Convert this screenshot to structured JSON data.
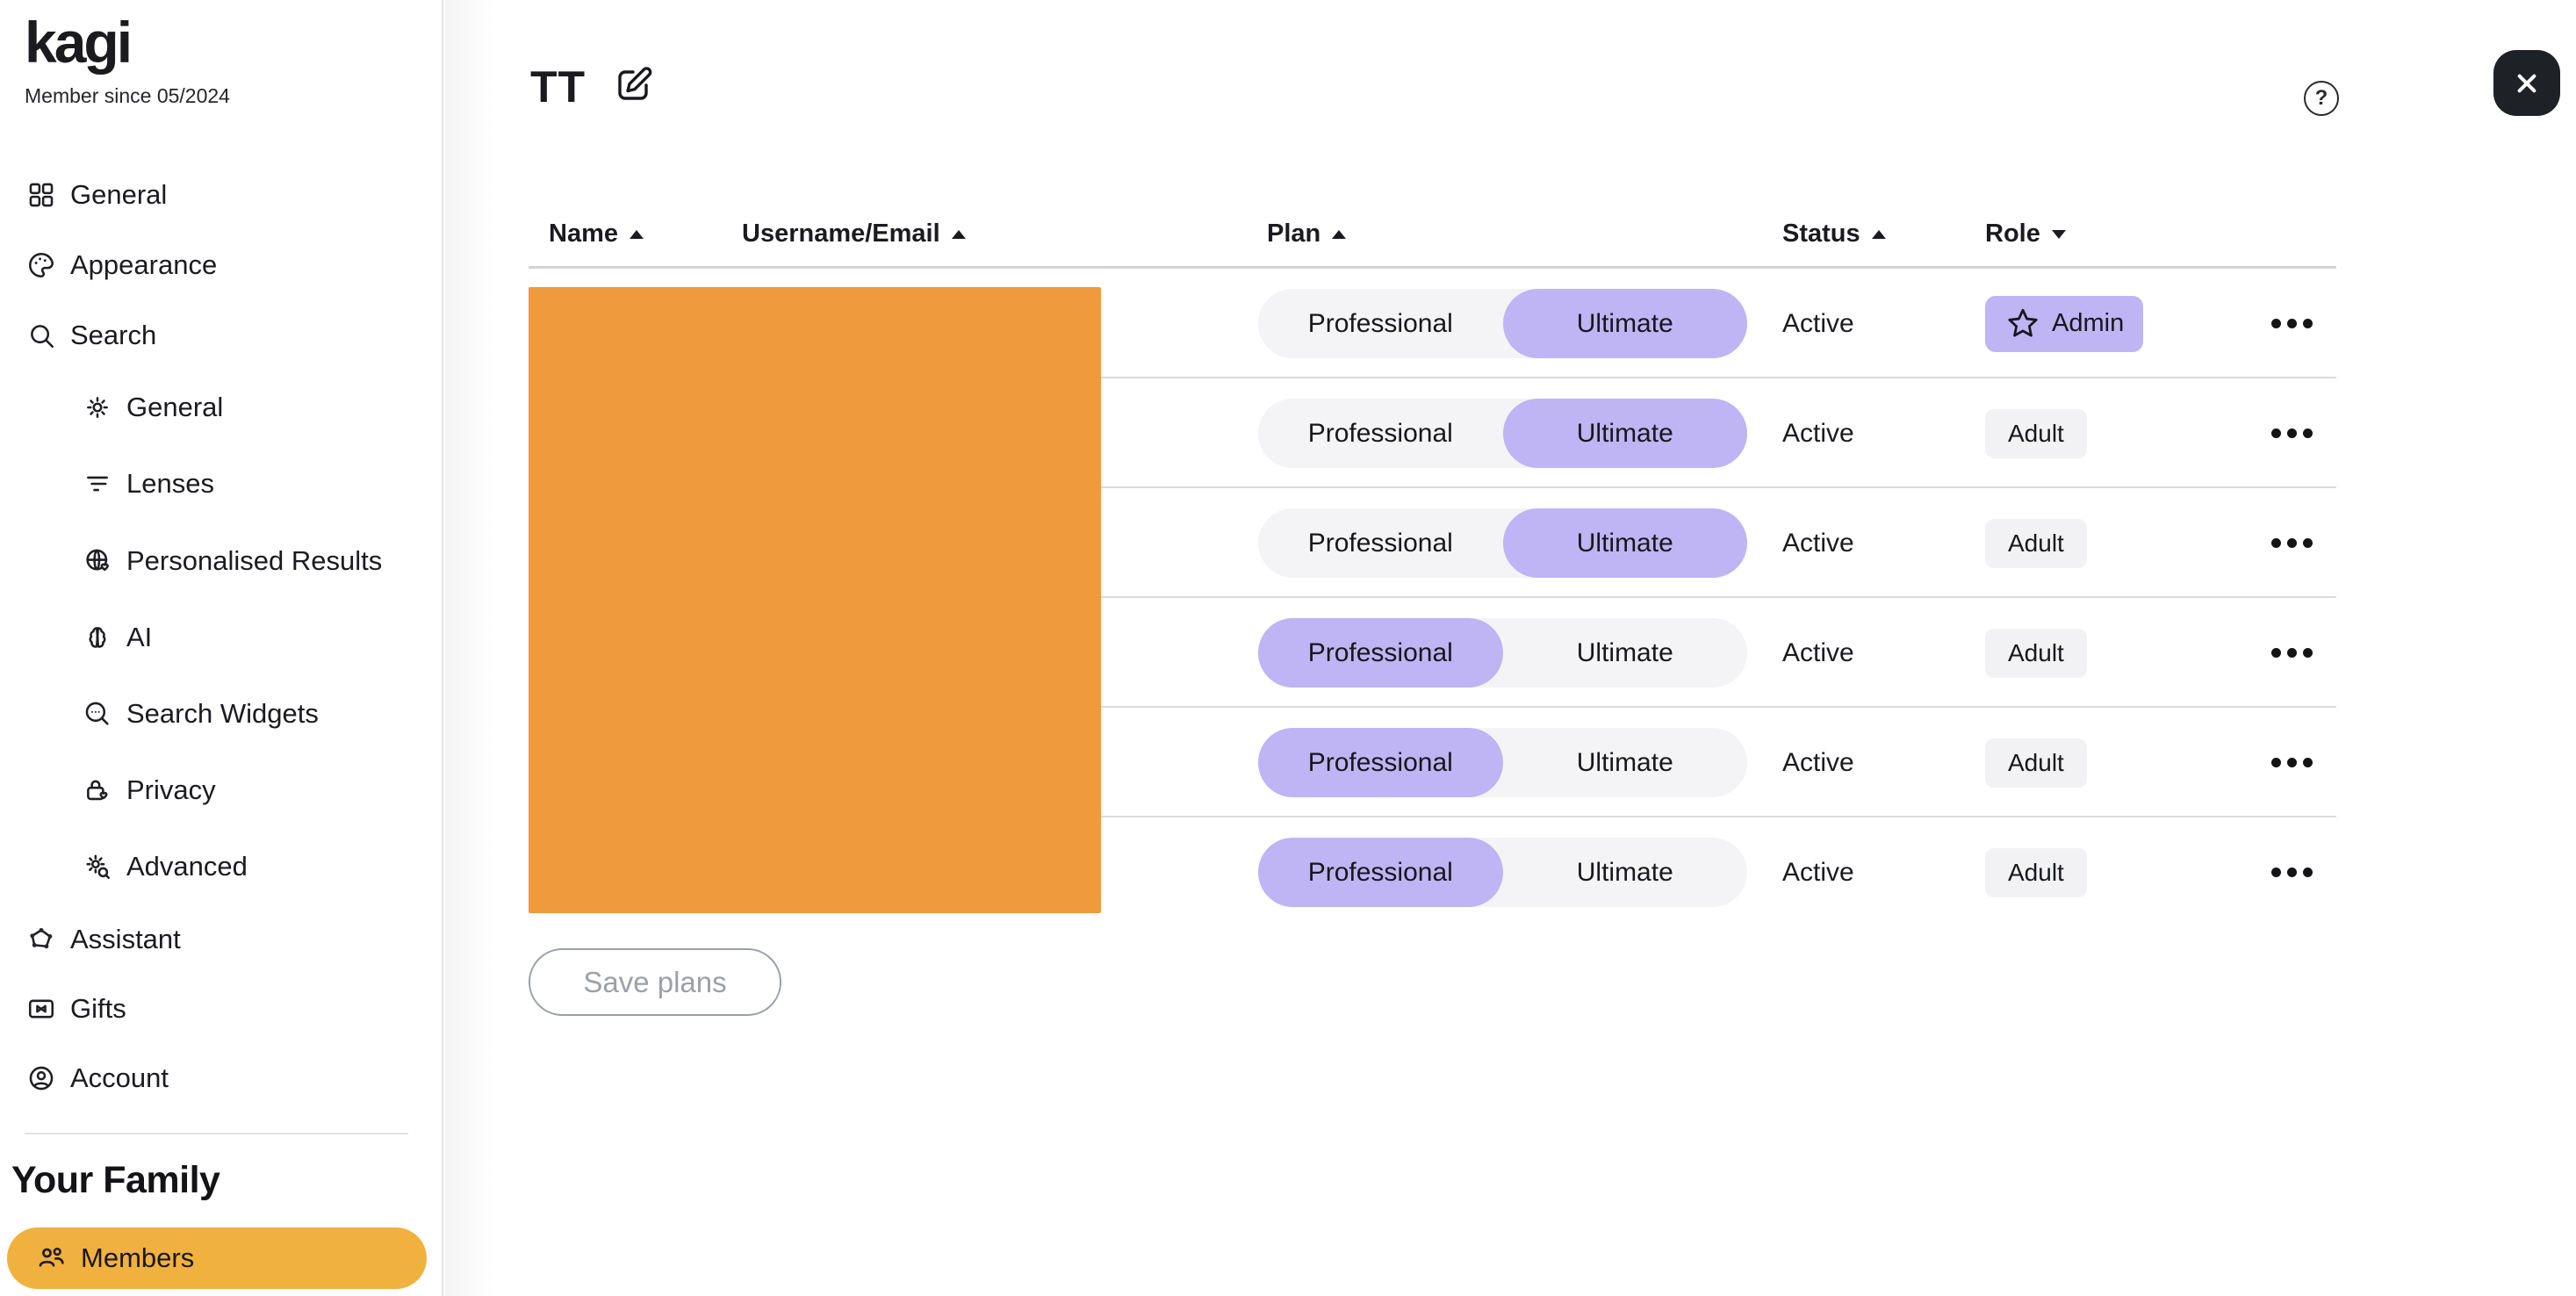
{
  "sidebar": {
    "logo_text": "kagi",
    "member_since": "Member since 05/2024",
    "nav": [
      {
        "label": "General",
        "icon": "grid-icon",
        "sub": false
      },
      {
        "label": "Appearance",
        "icon": "palette-icon",
        "sub": false
      },
      {
        "label": "Search",
        "icon": "search-icon",
        "sub": false
      },
      {
        "label": "General",
        "icon": "gear-icon",
        "sub": true
      },
      {
        "label": "Lenses",
        "icon": "filter-lines-icon",
        "sub": true
      },
      {
        "label": "Personalised Results",
        "icon": "globe-heart-icon",
        "sub": true
      },
      {
        "label": "AI",
        "icon": "brain-icon",
        "sub": true
      },
      {
        "label": "Search Widgets",
        "icon": "search-widgets-icon",
        "sub": true
      },
      {
        "label": "Privacy",
        "icon": "lock-heart-icon",
        "sub": true
      },
      {
        "label": "Advanced",
        "icon": "gear-search-icon",
        "sub": true
      },
      {
        "label": "Assistant",
        "icon": "nodes-icon",
        "sub": false
      },
      {
        "label": "Gifts",
        "icon": "gift-card-icon",
        "sub": false
      },
      {
        "label": "Account",
        "icon": "user-circle-icon",
        "sub": false
      }
    ],
    "family": {
      "heading": "Your Family",
      "members_label": "Members"
    }
  },
  "header": {
    "title": "TT"
  },
  "table": {
    "columns": [
      {
        "label": "Name",
        "sort": "asc"
      },
      {
        "label": "Username/Email",
        "sort": "asc"
      },
      {
        "label": "Plan",
        "sort": "asc"
      },
      {
        "label": "Status",
        "sort": "asc"
      },
      {
        "label": "Role",
        "sort": "desc"
      }
    ],
    "plan_options": [
      "Professional",
      "Ultimate"
    ],
    "rows": [
      {
        "plan": "Ultimate",
        "status": "Active",
        "role": "Admin",
        "admin": true
      },
      {
        "plan": "Ultimate",
        "status": "Active",
        "role": "Adult",
        "admin": false
      },
      {
        "plan": "Ultimate",
        "status": "Active",
        "role": "Adult",
        "admin": false
      },
      {
        "plan": "Professional",
        "status": "Active",
        "role": "Adult",
        "admin": false
      },
      {
        "plan": "Professional",
        "status": "Active",
        "role": "Adult",
        "admin": false
      },
      {
        "plan": "Professional",
        "status": "Active",
        "role": "Adult",
        "admin": false
      }
    ]
  },
  "buttons": {
    "save_plans": "Save plans",
    "help_glyph": "?"
  },
  "colors": {
    "accent_purple": "#bfb4f4",
    "redaction_orange": "#ef9a3c",
    "nav_active_bg": "#f1b13e",
    "close_button_bg": "#1e2126"
  }
}
